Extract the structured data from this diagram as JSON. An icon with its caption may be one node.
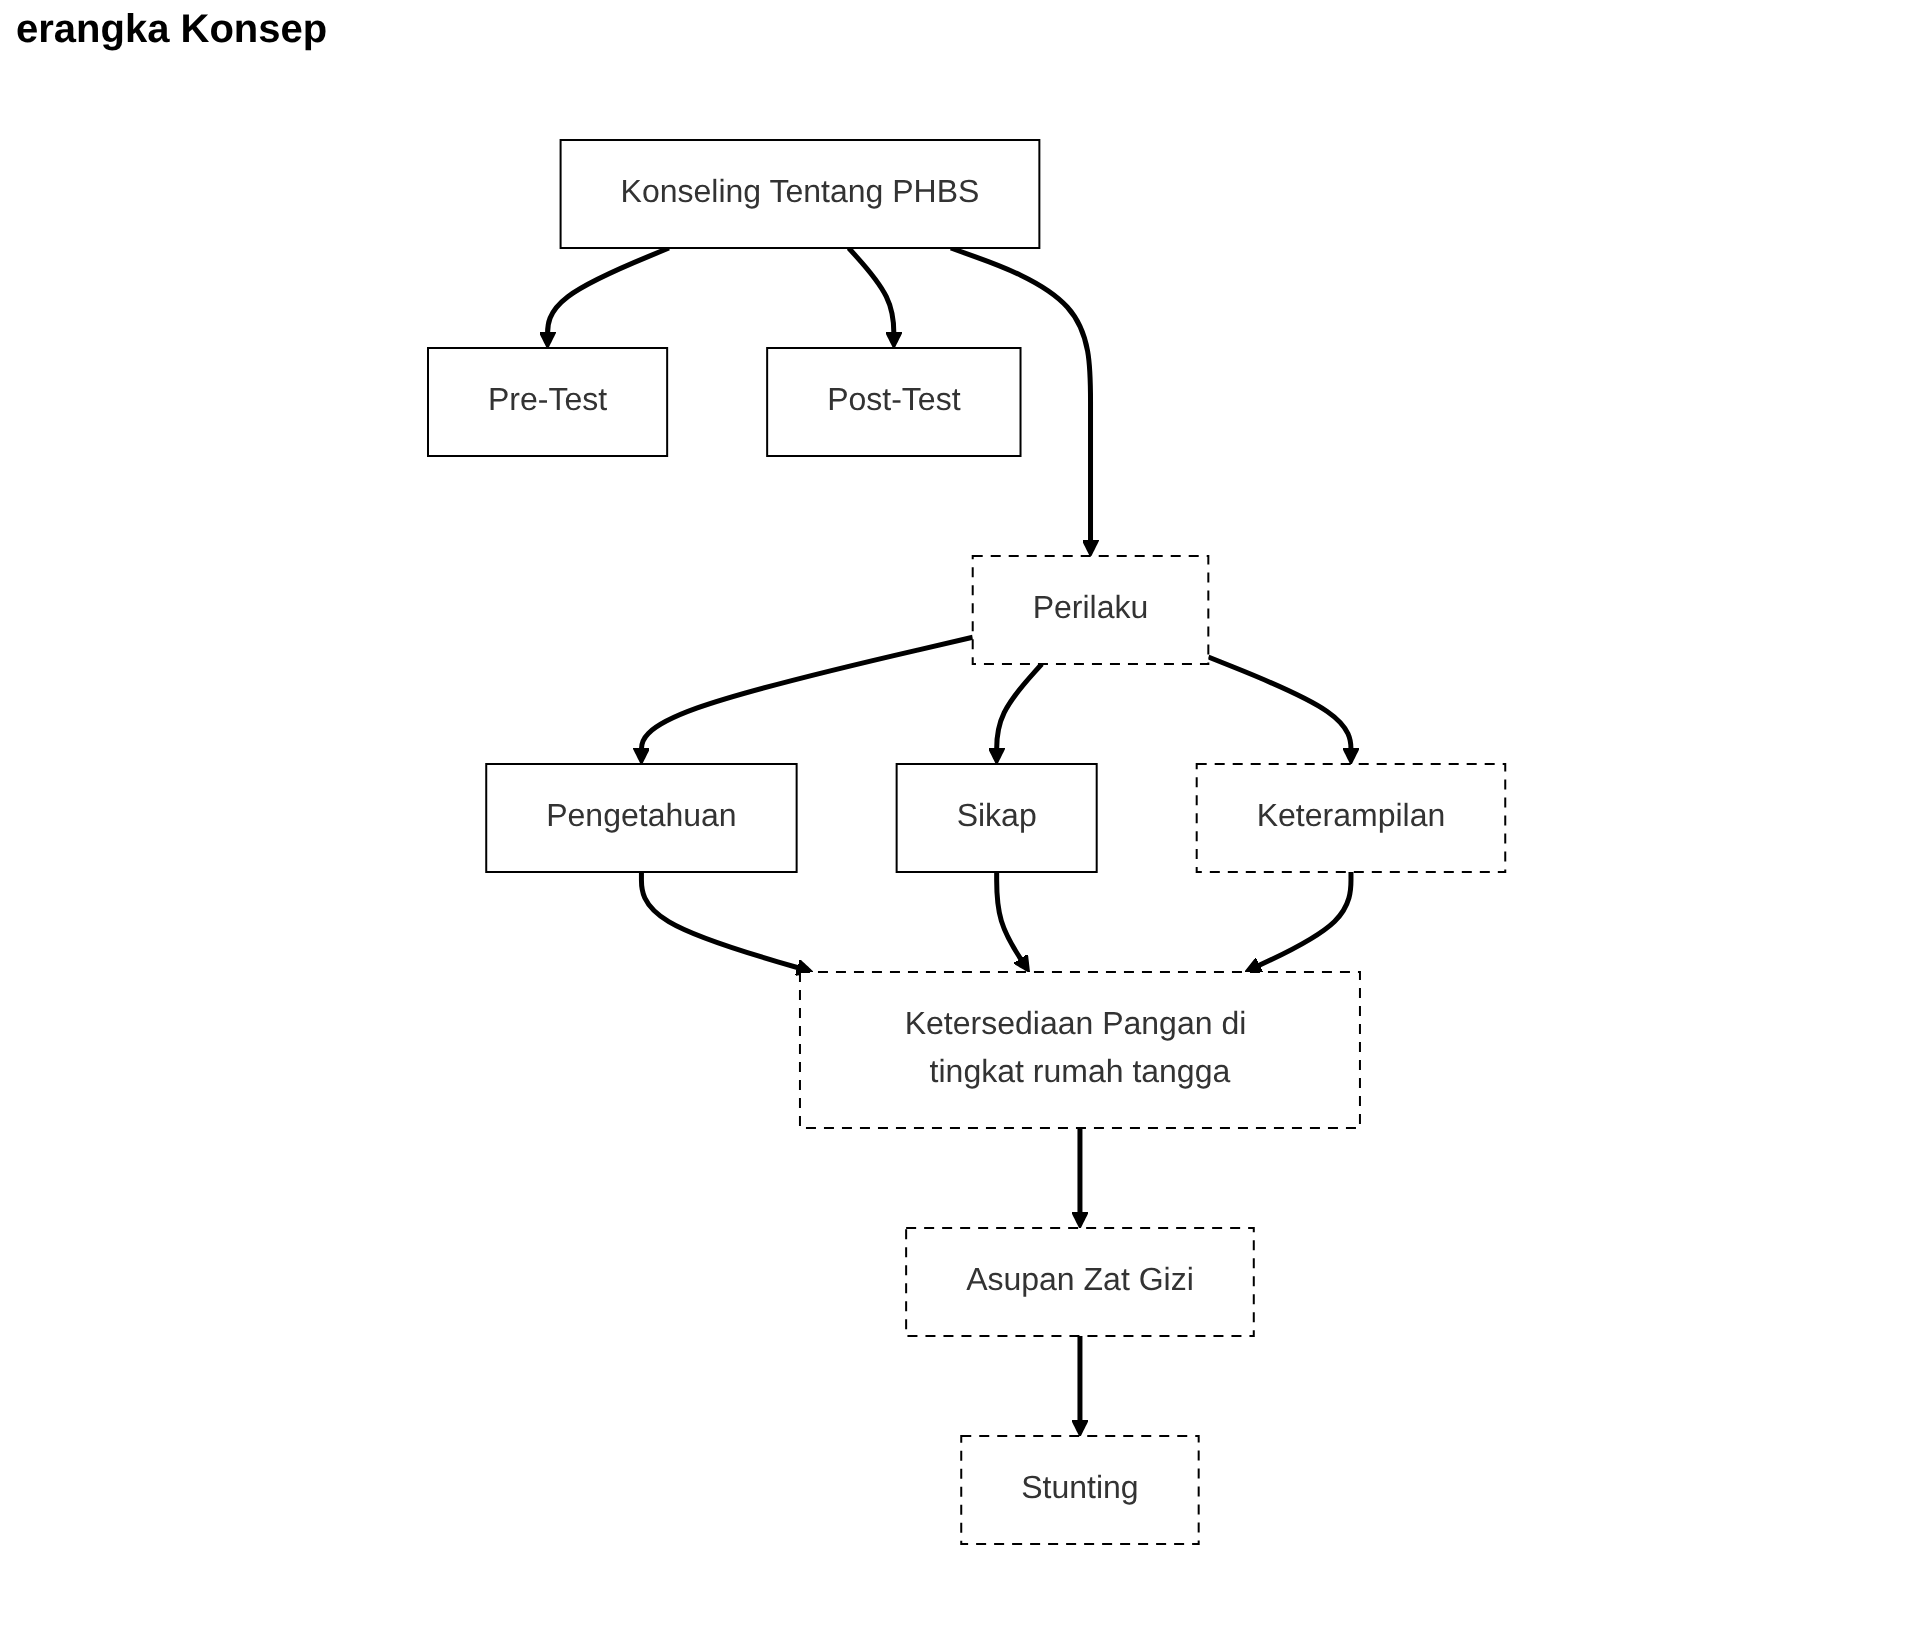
{
  "diagram": {
    "title": "erangka Konsep",
    "nodes": [
      {
        "text": [
          "Konseling Tentang PHBS"
        ]
      },
      {
        "text": [
          "Pre-Test"
        ]
      },
      {
        "text": [
          "Post-Test"
        ]
      },
      {
        "text": [
          "Perilaku"
        ]
      },
      {
        "text": [
          "Pengetahuan"
        ]
      },
      {
        "text": [
          "Sikap"
        ]
      },
      {
        "text": [
          "Keterampilan"
        ]
      },
      {
        "text": [
          "Ketersediaan Pangan di tingkat rumah tangga"
        ]
      },
      {
        "text": [
          "Asupan Zat Gizi"
        ]
      },
      {
        "text": [
          "Stunting"
        ]
      }
    ],
    "edges": [
      {
        "from": 0,
        "to": 1,
        "arrow": "to"
      },
      {
        "from": 0,
        "to": 2,
        "arrow": "to"
      },
      {
        "from": 0,
        "to": 3,
        "arrow": "to"
      },
      {
        "from": 3,
        "to": 4,
        "arrow": "to"
      },
      {
        "from": 3,
        "to": 5,
        "arrow": "to"
      },
      {
        "from": 3,
        "to": 6,
        "arrow": "to"
      },
      {
        "from": 4,
        "to": 7,
        "arrow": "to"
      },
      {
        "from": 5,
        "to": 7,
        "arrow": "to"
      },
      {
        "from": 6,
        "to": 7,
        "arrow": "to"
      },
      {
        "from": 7,
        "to": 8,
        "arrow": "to"
      },
      {
        "from": 8,
        "to": 9,
        "arrow": "to"
      }
    ]
  }
}
